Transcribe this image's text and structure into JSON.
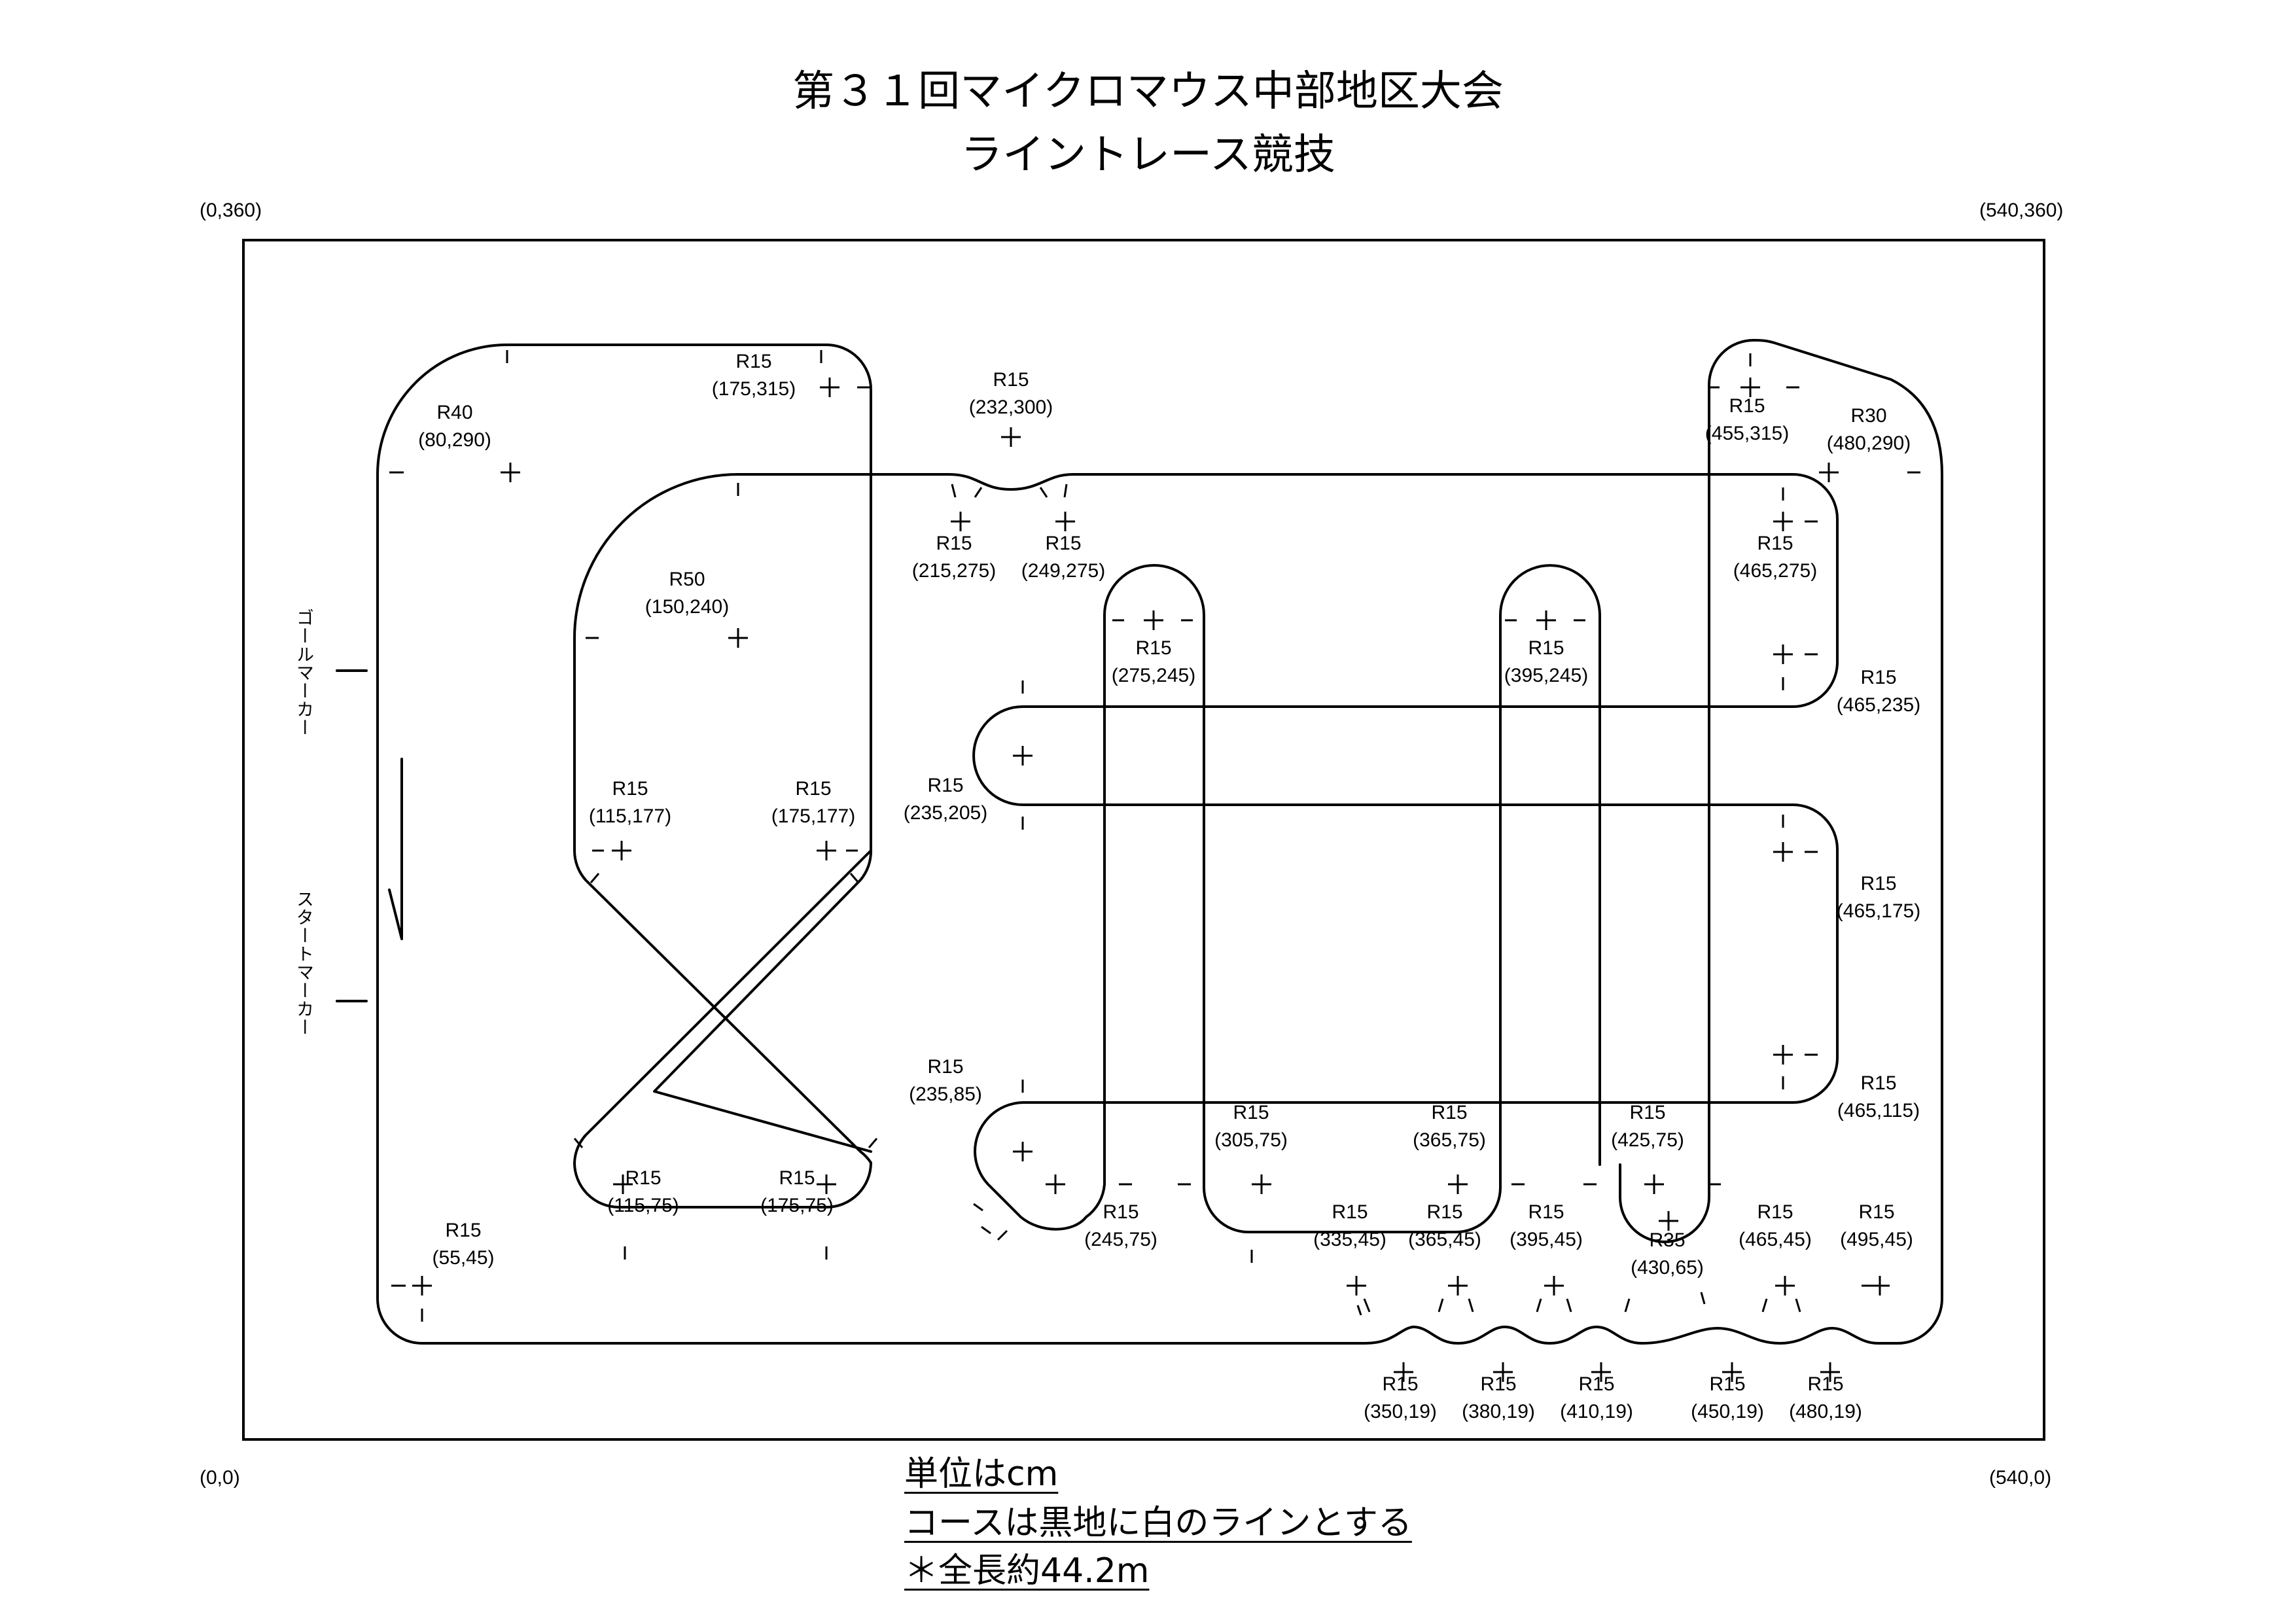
{
  "title": {
    "line1": "第３１回マイクロマウス中部地区大会",
    "line2": "ライントレース競技"
  },
  "corners": {
    "top_left": "(0,360)",
    "top_right": "(540,360)",
    "bottom_left": "(0,0)",
    "bottom_right": "(540,0)"
  },
  "markers": {
    "goal": "ゴールマーカー",
    "start": "スタートマーカー"
  },
  "footer": {
    "unit": "単位はcm",
    "course": "コースは黒地に白のラインとする",
    "length": "＊全長約44.2m"
  },
  "annotations": [
    {
      "r": "R40",
      "c": "(80,290)"
    },
    {
      "r": "R15",
      "c": "(175,315)"
    },
    {
      "r": "R15",
      "c": "(232,300)"
    },
    {
      "r": "R15",
      "c": "(215,275)"
    },
    {
      "r": "R15",
      "c": "(249,275)"
    },
    {
      "r": "R50",
      "c": "(150,240)"
    },
    {
      "r": "R15",
      "c": "(275,245)"
    },
    {
      "r": "R15",
      "c": "(395,245)"
    },
    {
      "r": "R15",
      "c": "(455,315)"
    },
    {
      "r": "R30",
      "c": "(480,290)"
    },
    {
      "r": "R15",
      "c": "(465,275)"
    },
    {
      "r": "R15",
      "c": "(465,235)"
    },
    {
      "r": "R15",
      "c": "(235,205)"
    },
    {
      "r": "R15",
      "c": "(115,177)"
    },
    {
      "r": "R15",
      "c": "(175,177)"
    },
    {
      "r": "R15",
      "c": "(465,175)"
    },
    {
      "r": "R15",
      "c": "(465,115)"
    },
    {
      "r": "R15",
      "c": "(235,85)"
    },
    {
      "r": "R15",
      "c": "(305,75)"
    },
    {
      "r": "R15",
      "c": "(365,75)"
    },
    {
      "r": "R15",
      "c": "(425,75)"
    },
    {
      "r": "R15",
      "c": "(115,75)"
    },
    {
      "r": "R15",
      "c": "(175,75)"
    },
    {
      "r": "R15",
      "c": "(245,75)"
    },
    {
      "r": "R15",
      "c": "(55,45)"
    },
    {
      "r": "R15",
      "c": "(335,45)"
    },
    {
      "r": "R15",
      "c": "(365,45)"
    },
    {
      "r": "R15",
      "c": "(395,45)"
    },
    {
      "r": "R35",
      "c": "(430,65)"
    },
    {
      "r": "R15",
      "c": "(465,45)"
    },
    {
      "r": "R15",
      "c": "(495,45)"
    },
    {
      "r": "R15",
      "c": "(350,19)"
    },
    {
      "r": "R15",
      "c": "(380,19)"
    },
    {
      "r": "R15",
      "c": "(410,19)"
    },
    {
      "r": "R15",
      "c": "(450,19)"
    },
    {
      "r": "R15",
      "c": "(480,19)"
    }
  ]
}
